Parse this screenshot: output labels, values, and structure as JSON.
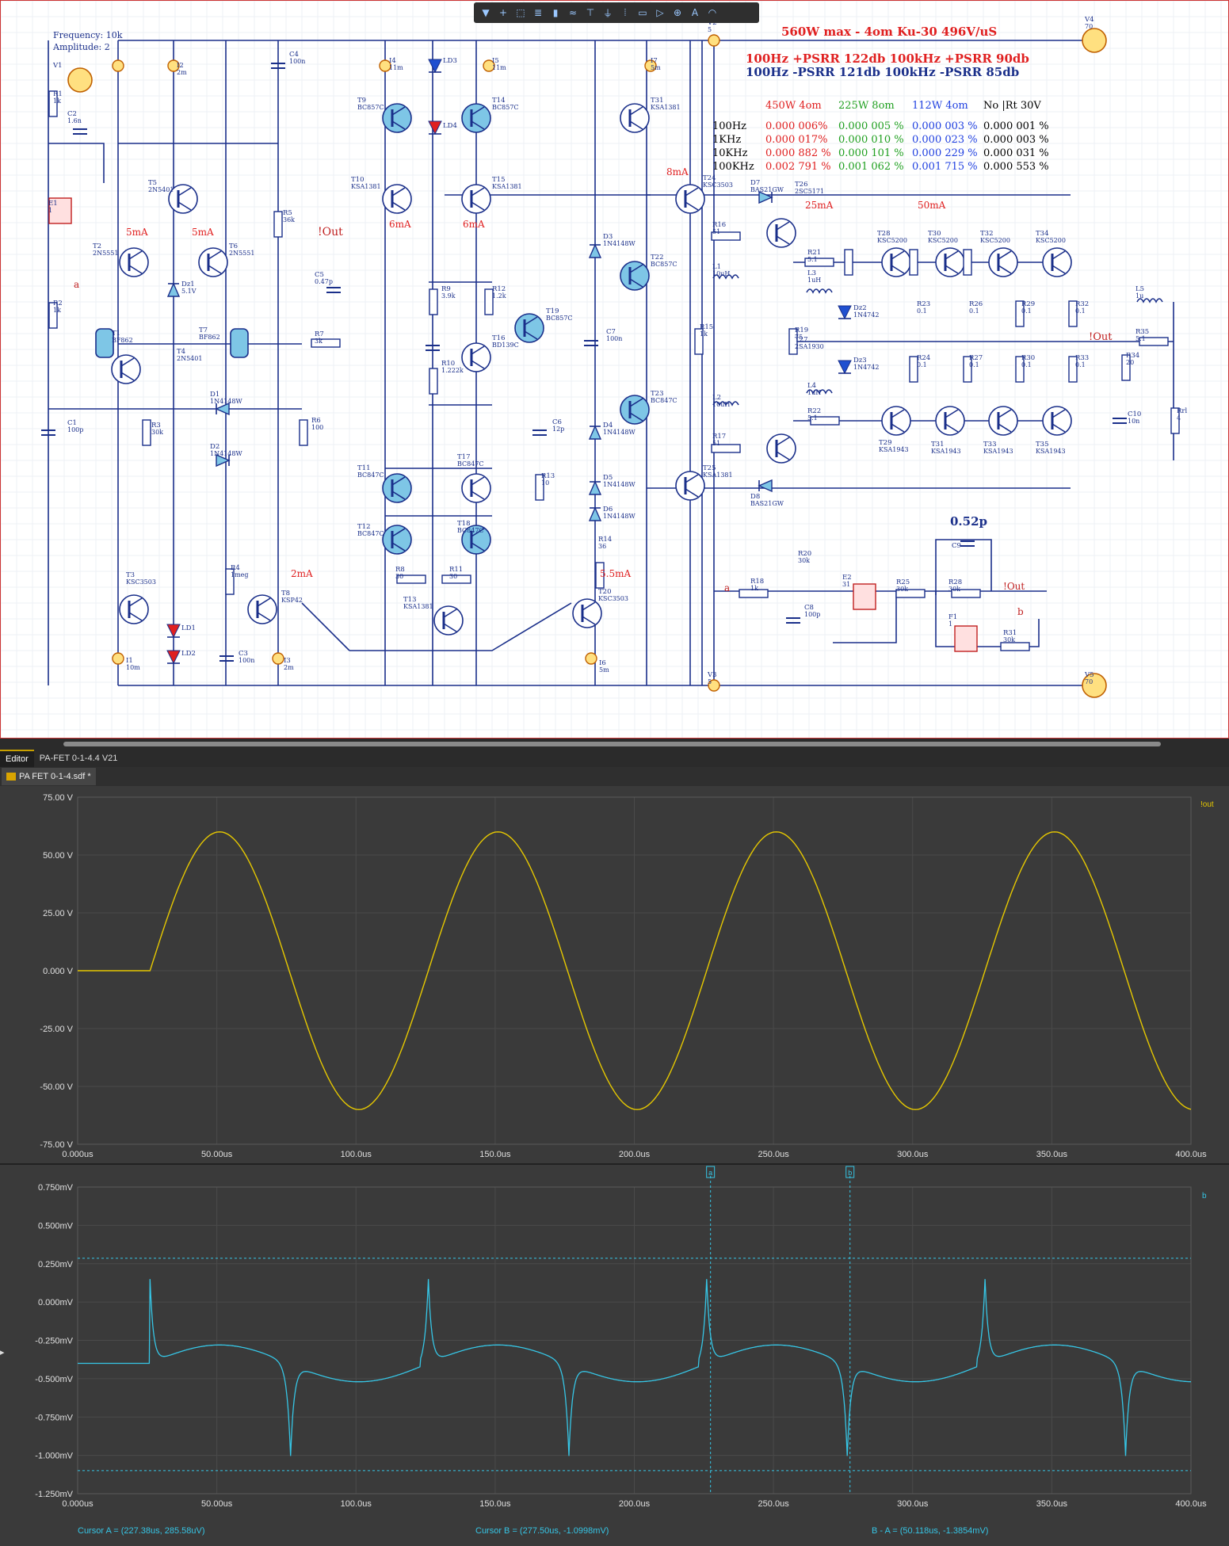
{
  "schematic": {
    "title": "560W max - 4om  Ku-30  496V/uS",
    "psrr_line1": "100Hz  +PSRR  122db  100kHz  +PSRR  90db",
    "psrr_line2": "100Hz   -PSRR  121db  100kHz   -PSRR  85db",
    "source_label1": "Frequency: 10k",
    "source_label2": "Amplitude: 2",
    "thd_headers": [
      "450W 4om",
      "225W 8om",
      "112W 4om",
      "No |Rt 30V"
    ],
    "thd_header_colors": [
      "#e02020",
      "#20a020",
      "#2040e0",
      "#000000"
    ],
    "thd_rows": [
      {
        "freq": "100Hz",
        "v": [
          "0.000 006%",
          "0.000 005 %",
          "0.000 003 %",
          "0.000 001 %"
        ]
      },
      {
        "freq": "1KHz",
        "v": [
          "0.000 017%",
          "0.000 010 %",
          "0.000 023 %",
          "0.000 003 %"
        ]
      },
      {
        "freq": "10KHz",
        "v": [
          "0.000 882 %",
          "0.000 101 %",
          "0.000 229 %",
          "0.000 031 %"
        ]
      },
      {
        "freq": "100KHz",
        "v": [
          "0.002 791 %",
          "0.001 062 %",
          "0.001 715 %",
          "0.000 553 %"
        ]
      }
    ],
    "currents": [
      "5mA",
      "5mA",
      "6mA",
      "6mA",
      "8mA",
      "25mA",
      "50mA",
      "2mA",
      "5.5mA"
    ],
    "net_labels": [
      "!Out",
      "!Out",
      "!Out",
      "a",
      "a",
      "b"
    ],
    "cap_label": "0.52p",
    "components": [
      {
        "ref": "V1",
        "val": ""
      },
      {
        "ref": "R1",
        "val": "1k"
      },
      {
        "ref": "C2",
        "val": "1.6n"
      },
      {
        "ref": "E1",
        "val": "1"
      },
      {
        "ref": "R2",
        "val": "1k"
      },
      {
        "ref": "C1",
        "val": "100p"
      },
      {
        "ref": "I2",
        "val": "2m"
      },
      {
        "ref": "T5",
        "val": "2N5401"
      },
      {
        "ref": "T2",
        "val": "2N5551"
      },
      {
        "ref": "T6",
        "val": "2N5551"
      },
      {
        "ref": "Dz1",
        "val": "5.1V"
      },
      {
        "ref": "T1",
        "val": "BF862"
      },
      {
        "ref": "T7",
        "val": "BF862"
      },
      {
        "ref": "T4",
        "val": "2N5401"
      },
      {
        "ref": "R3",
        "val": "30k"
      },
      {
        "ref": "D1",
        "val": "1N4148W"
      },
      {
        "ref": "D2",
        "val": "1N4148W"
      },
      {
        "ref": "C4",
        "val": "100n"
      },
      {
        "ref": "R5",
        "val": "36k"
      },
      {
        "ref": "C5",
        "val": "0.47p"
      },
      {
        "ref": "R7",
        "val": "3k"
      },
      {
        "ref": "R6",
        "val": "100"
      },
      {
        "ref": "T3",
        "val": "KSC3503"
      },
      {
        "ref": "I1",
        "val": "10m"
      },
      {
        "ref": "LD1",
        "val": ""
      },
      {
        "ref": "LD2",
        "val": ""
      },
      {
        "ref": "R4",
        "val": "1meg"
      },
      {
        "ref": "C3",
        "val": "100n"
      },
      {
        "ref": "T8",
        "val": "KSP42"
      },
      {
        "ref": "I3",
        "val": "2m"
      },
      {
        "ref": "I4",
        "val": "11m"
      },
      {
        "ref": "LD3",
        "val": ""
      },
      {
        "ref": "I5",
        "val": "11m"
      },
      {
        "ref": "T9",
        "val": "BC857C"
      },
      {
        "ref": "T14",
        "val": "BC857C"
      },
      {
        "ref": "LD4",
        "val": ""
      },
      {
        "ref": "T10",
        "val": "KSA1381"
      },
      {
        "ref": "T15",
        "val": "KSA1381"
      },
      {
        "ref": "R9",
        "val": "3.9k"
      },
      {
        "ref": "R12",
        "val": "1.2k"
      },
      {
        "ref": "T16",
        "val": "BD139C"
      },
      {
        "ref": "R10",
        "val": "1.222k"
      },
      {
        "ref": "T19",
        "val": "BC857C"
      },
      {
        "ref": "T11",
        "val": "BC847C"
      },
      {
        "ref": "T17",
        "val": "BC847C"
      },
      {
        "ref": "T12",
        "val": "BC847C"
      },
      {
        "ref": "T18",
        "val": "BC847C"
      },
      {
        "ref": "R8",
        "val": "30"
      },
      {
        "ref": "R11",
        "val": "30"
      },
      {
        "ref": "T13",
        "val": "KSA1381"
      },
      {
        "ref": "C6",
        "val": "12p"
      },
      {
        "ref": "R13",
        "val": "10"
      },
      {
        "ref": "I7",
        "val": "5m"
      },
      {
        "ref": "T31",
        "val": "KSA1381"
      },
      {
        "ref": "D3",
        "val": "1N4148W"
      },
      {
        "ref": "T22",
        "val": "BC857C"
      },
      {
        "ref": "C7",
        "val": "100n"
      },
      {
        "ref": "T23",
        "val": "BC847C"
      },
      {
        "ref": "D4",
        "val": "1N4148W"
      },
      {
        "ref": "D5",
        "val": "1N4148W"
      },
      {
        "ref": "D6",
        "val": "1N4148W"
      },
      {
        "ref": "R14",
        "val": "36"
      },
      {
        "ref": "T20",
        "val": "KSC3503"
      },
      {
        "ref": "I6",
        "val": "5m"
      },
      {
        "ref": "T24",
        "val": "KSC3503"
      },
      {
        "ref": "T25",
        "val": "KSA1381"
      },
      {
        "ref": "R15",
        "val": "1k"
      },
      {
        "ref": "R16",
        "val": "51"
      },
      {
        "ref": "L1",
        "val": "10uH"
      },
      {
        "ref": "L2",
        "val": "10uH"
      },
      {
        "ref": "R17",
        "val": "51"
      },
      {
        "ref": "D7",
        "val": "BAS21GW"
      },
      {
        "ref": "D8",
        "val": "BAS21GW"
      },
      {
        "ref": "T26",
        "val": "2SC5171"
      },
      {
        "ref": "T27",
        "val": "2SA1930"
      },
      {
        "ref": "R21",
        "val": "5.1"
      },
      {
        "ref": "L3",
        "val": "1uH"
      },
      {
        "ref": "R19",
        "val": "75"
      },
      {
        "ref": "L4",
        "val": "1uH"
      },
      {
        "ref": "R22",
        "val": "5.1"
      },
      {
        "ref": "Dz2",
        "val": "1N4742"
      },
      {
        "ref": "Dz3",
        "val": "1N4742"
      },
      {
        "ref": "T28",
        "val": "KSC5200"
      },
      {
        "ref": "T30",
        "val": "KSC5200"
      },
      {
        "ref": "T32",
        "val": "KSC5200"
      },
      {
        "ref": "T34",
        "val": "KSC5200"
      },
      {
        "ref": "R23",
        "val": "0.1"
      },
      {
        "ref": "R26",
        "val": "0.1"
      },
      {
        "ref": "R29",
        "val": "0.1"
      },
      {
        "ref": "R32",
        "val": "0.1"
      },
      {
        "ref": "R24",
        "val": "0.1"
      },
      {
        "ref": "R27",
        "val": "0.1"
      },
      {
        "ref": "R30",
        "val": "0.1"
      },
      {
        "ref": "R33",
        "val": "0.1"
      },
      {
        "ref": "T29",
        "val": "KSA1943"
      },
      {
        "ref": "T31",
        "val": "KSA1943"
      },
      {
        "ref": "T33",
        "val": "KSA1943"
      },
      {
        "ref": "T35",
        "val": "KSA1943"
      },
      {
        "ref": "L5",
        "val": "1u"
      },
      {
        "ref": "R35",
        "val": "5.1"
      },
      {
        "ref": "R34",
        "val": "20"
      },
      {
        "ref": "C10",
        "val": "10n"
      },
      {
        "ref": "Rrl",
        "val": "4"
      },
      {
        "ref": "V2",
        "val": "5"
      },
      {
        "ref": "V3",
        "val": "5"
      },
      {
        "ref": "V4",
        "val": "70"
      },
      {
        "ref": "V5",
        "val": "70"
      },
      {
        "ref": "R18",
        "val": "1k"
      },
      {
        "ref": "R20",
        "val": "30k"
      },
      {
        "ref": "C8",
        "val": "100p"
      },
      {
        "ref": "E2",
        "val": "31"
      },
      {
        "ref": "R25",
        "val": "30k"
      },
      {
        "ref": "R28",
        "val": "30k"
      },
      {
        "ref": "C9",
        "val": ""
      },
      {
        "ref": "F1",
        "val": "1"
      },
      {
        "ref": "R31",
        "val": "30k"
      }
    ]
  },
  "toolbar": {
    "icons": [
      "filter-icon",
      "cross-icon",
      "select-icon",
      "align-icon",
      "bus-icon",
      "wire-icon",
      "power-icon",
      "ground-icon",
      "netlabel-icon",
      "part-icon",
      "port-icon",
      "probe-icon",
      "text-icon",
      "arc-icon"
    ]
  },
  "panel_tabs": {
    "editor": "Editor",
    "project": "PA-FET 0-1-4.4 V21"
  },
  "doc_tab": "PA FET 0-1-4.sdf *",
  "colors": {
    "trace_out": "#e6c800",
    "trace_b": "#36c6e6",
    "plot_bg": "#3a3a3a",
    "grid": "#4a4a4a"
  },
  "plot1": {
    "trace_name": "!out",
    "y_ticks": [
      "75.00 V",
      "50.00 V",
      "25.00 V",
      "0.000 V",
      "-25.00 V",
      "-50.00 V",
      "-75.00 V"
    ],
    "x_ticks": [
      "0.000us",
      "50.00us",
      "100.0us",
      "150.0us",
      "200.0us",
      "250.0us",
      "300.0us",
      "350.0us",
      "400.0us"
    ]
  },
  "plot2": {
    "trace_name": "b",
    "y_ticks": [
      "0.750mV",
      "0.500mV",
      "0.250mV",
      "0.000mV",
      "-0.250mV",
      "-0.500mV",
      "-0.750mV",
      "-1.000mV",
      "-1.250mV"
    ],
    "x_ticks": [
      "0.000us",
      "50.00us",
      "100.0us",
      "150.0us",
      "200.0us",
      "250.0us",
      "300.0us",
      "350.0us",
      "400.0us"
    ],
    "cursor_a_label": "a",
    "cursor_b_label": "b"
  },
  "chart_data": [
    {
      "type": "line",
      "series": [
        {
          "name": "!out",
          "color": "#e6c800"
        }
      ],
      "signal": {
        "start_us": 26,
        "frequency_khz": 10,
        "amplitude_v": 60
      },
      "xlim": [
        0,
        400
      ],
      "ylim": [
        -75,
        75
      ]
    },
    {
      "type": "line",
      "series": [
        {
          "name": "b",
          "color": "#36c6e6"
        }
      ],
      "baseline_mv": -0.4,
      "spike_pos_mv": 0.25,
      "spike_neg_mv": -1.1,
      "xlim": [
        0,
        400
      ],
      "ylim": [
        -1.25,
        0.75
      ],
      "cursor_a": {
        "x_us": 227.38,
        "y_uv": 285.58
      },
      "cursor_b": {
        "x_us": 277.5,
        "y_mv": -1.0998
      }
    }
  ],
  "cursors": {
    "a_text": "Cursor A = (227.38us, 285.58uV)",
    "b_text": "Cursor B = (277.50us, -1.0998mV)",
    "diff_text": "B - A = (50.118us, -1.3854mV)"
  }
}
